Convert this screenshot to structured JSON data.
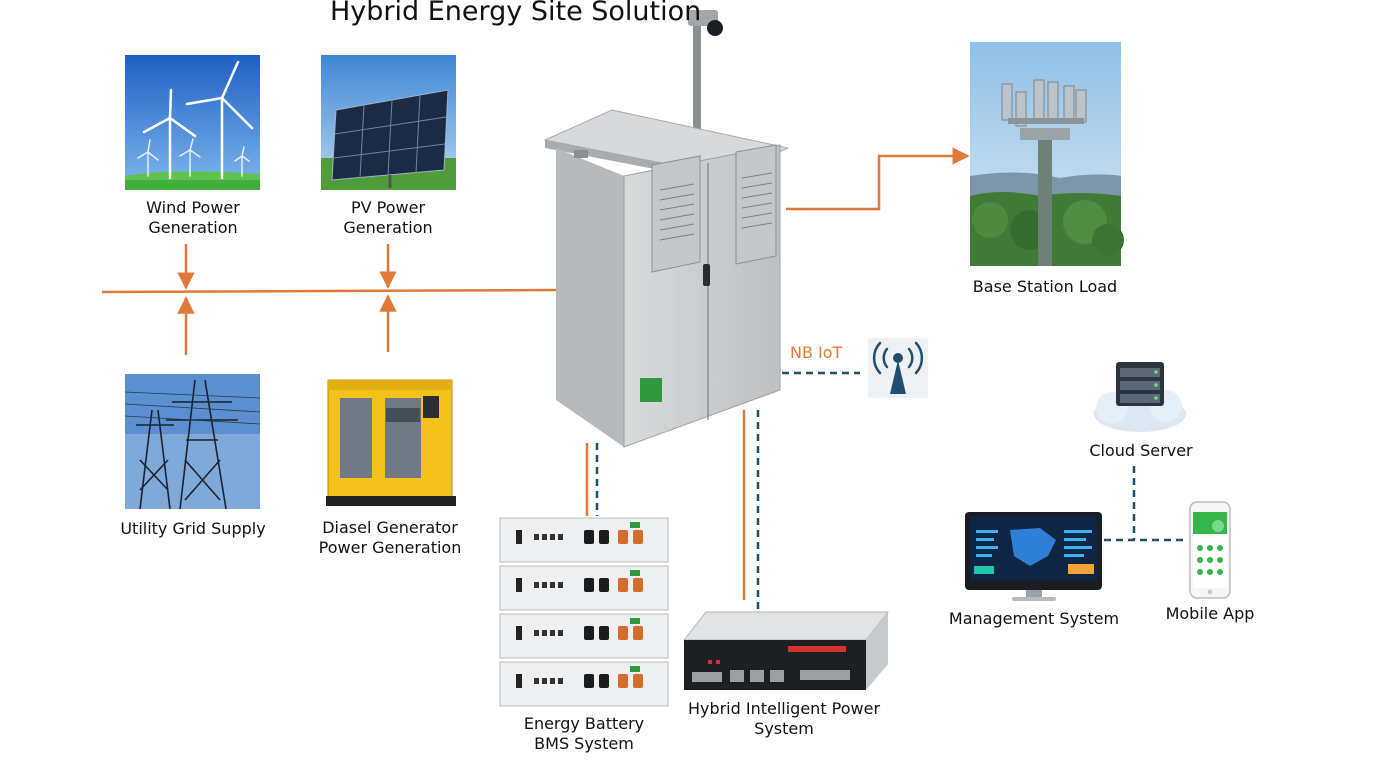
{
  "title": "Hybrid Energy Site Solution",
  "labels": {
    "wind": "Wind Power\nGeneration",
    "pv": "PV Power\nGeneration",
    "grid": "Utility Grid Supply",
    "diesel": "Diasel Generator\nPower Generation",
    "base_station": "Base Station Load",
    "nb_iot": "NB IoT",
    "cloud": "Cloud Server",
    "management": "Management System",
    "mobile": "Mobile App",
    "battery": "Energy Battery\nBMS System",
    "hybrid": "Hybrid Intelligent Power System"
  },
  "colors": {
    "power_line": "#e07a3a",
    "data_line": "#1f4e6e",
    "cabinet": "#c9ccce",
    "diesel_body": "#f4c21a",
    "sky": "#2e73d0",
    "grass": "#3fae3a"
  }
}
